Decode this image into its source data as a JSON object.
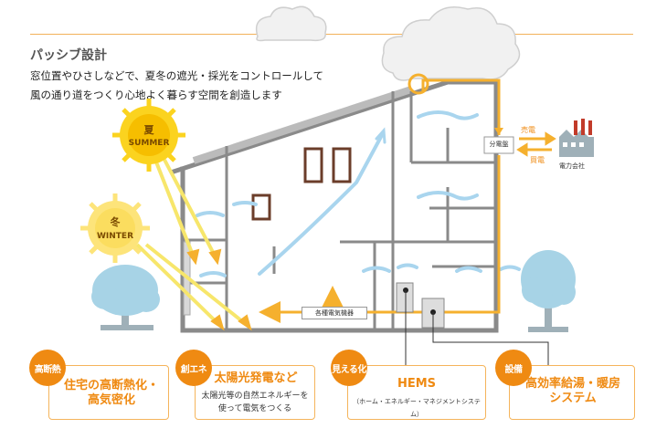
{
  "header": {
    "title": "パッシブ設計",
    "intro_line1": "窓位置やひさしなどで、夏冬の遮光・採光をコントロールして",
    "intro_line2": "風の通り道をつくり心地よく暮らす空間を創造します"
  },
  "diagram": {
    "summer_kanji": "夏",
    "summer_label": "SUMMER",
    "winter_kanji": "冬",
    "winter_label": "WINTER",
    "distribution_board": "分電盤",
    "sell_power": "売電",
    "buy_power": "買電",
    "power_company": "電力会社",
    "appliances": "各種電気機器"
  },
  "cards": [
    {
      "badge": "高断熱",
      "main": "住宅の高断熱化・\n高気密化",
      "sub": ""
    },
    {
      "badge": "創エネ",
      "main": "太陽光発電など",
      "sub": "太陽光等の自然エネルギーを\n使って電気をつくる"
    },
    {
      "badge": "見える化",
      "main": "HEMS",
      "sub": "（ホーム・エネルギー・マネジメントシステム）"
    },
    {
      "badge": "設備",
      "main": "高効率給湯・暖房\nシステム",
      "sub": ""
    }
  ],
  "colors": {
    "accent": "#ef8a12",
    "house": "#8a8a8a",
    "wind": "#a9d5ee",
    "light": "#f7e66b"
  }
}
